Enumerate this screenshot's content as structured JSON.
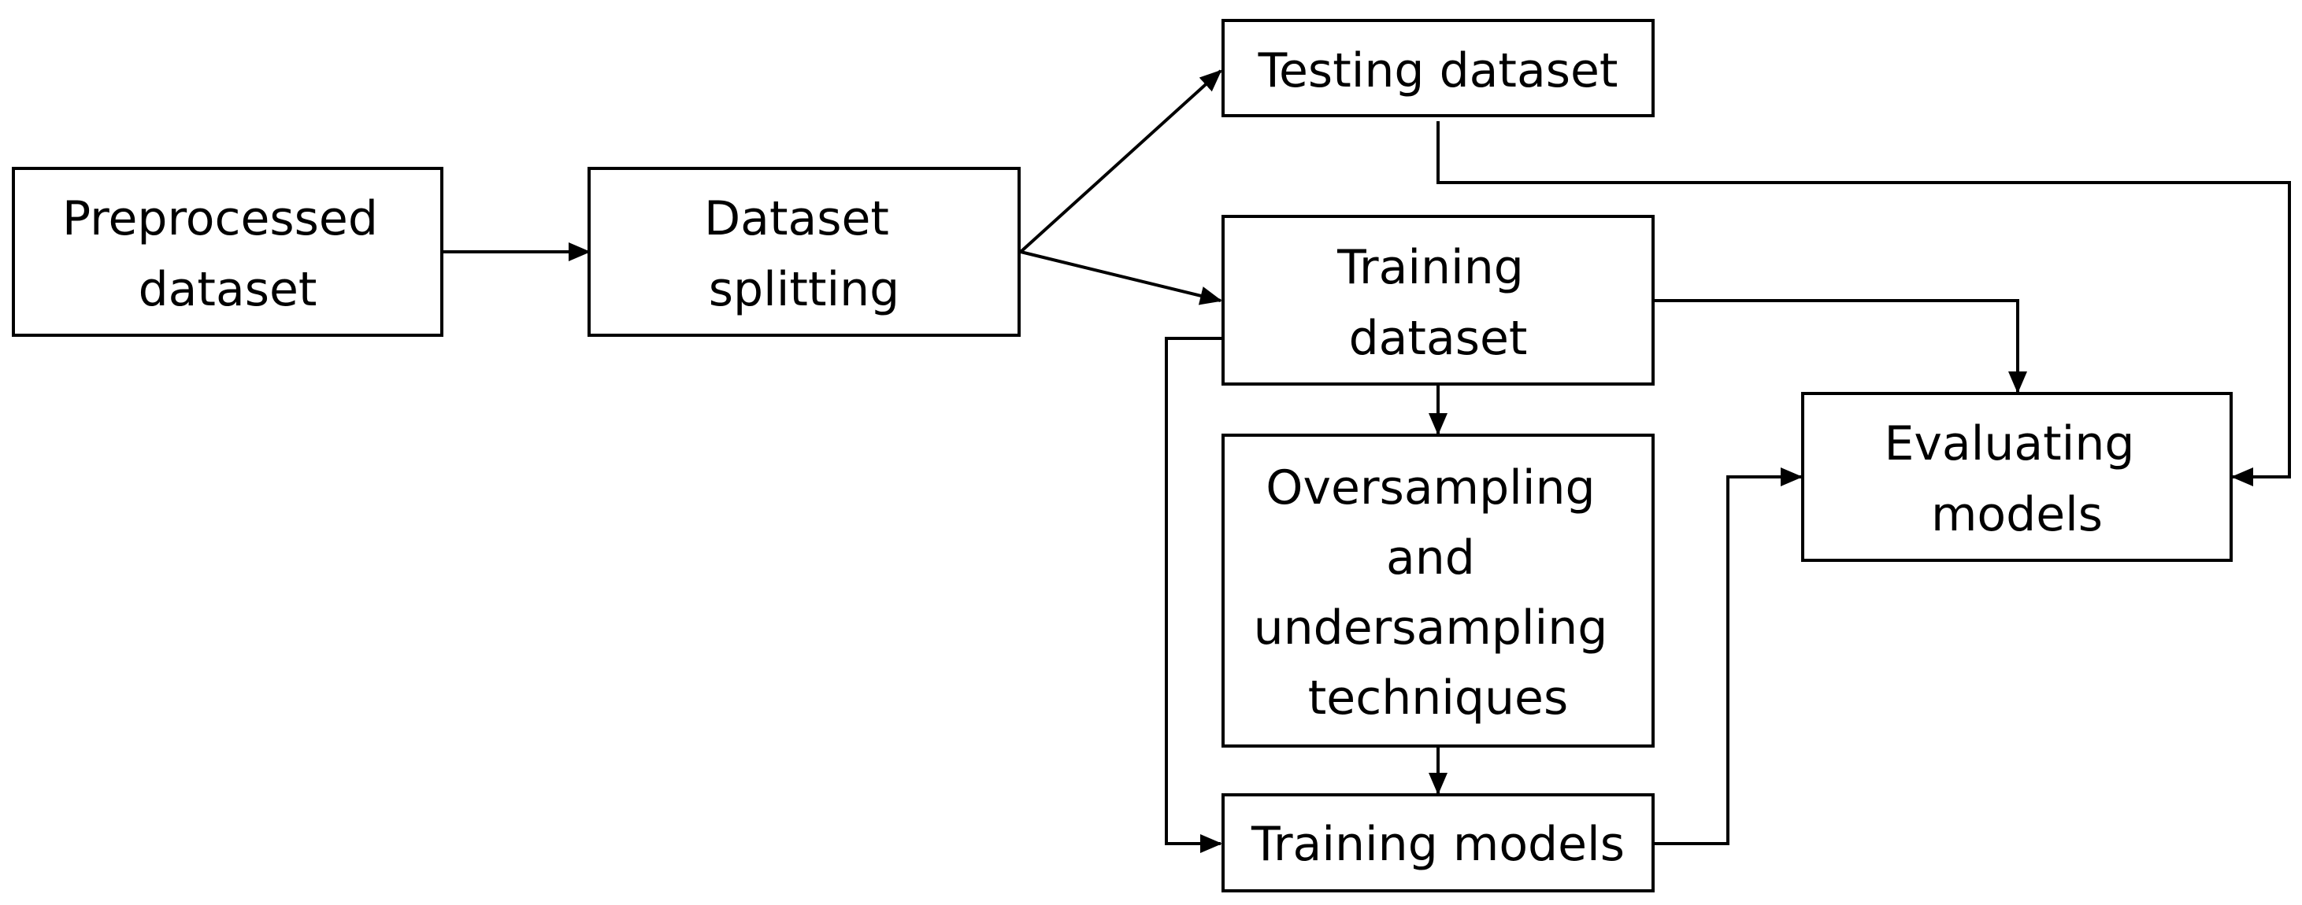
{
  "nodes": {
    "preprocessed": {
      "label_lines": [
        "Preprocessed",
        "dataset"
      ]
    },
    "splitting": {
      "label_lines": [
        "Dataset",
        "splitting"
      ]
    },
    "testing": {
      "label_lines": [
        "Testing dataset"
      ]
    },
    "training_dataset": {
      "label_lines": [
        "Training",
        "dataset"
      ]
    },
    "sampling": {
      "label_lines": [
        "Oversampling",
        "and",
        "undersampling",
        "techniques"
      ]
    },
    "training_models": {
      "label_lines": [
        "Training models"
      ]
    },
    "evaluating": {
      "label_lines": [
        "Evaluating",
        "models"
      ]
    }
  },
  "edges": [
    {
      "from": "preprocessed",
      "to": "splitting"
    },
    {
      "from": "splitting",
      "to": "testing"
    },
    {
      "from": "splitting",
      "to": "training_dataset"
    },
    {
      "from": "testing",
      "to": "evaluating"
    },
    {
      "from": "training_dataset",
      "to": "evaluating"
    },
    {
      "from": "training_dataset",
      "to": "sampling"
    },
    {
      "from": "training_dataset",
      "to": "training_models"
    },
    {
      "from": "sampling",
      "to": "training_models"
    },
    {
      "from": "training_models",
      "to": "evaluating"
    }
  ],
  "colors": {
    "line": "#000000",
    "box_fill": "#ffffff"
  }
}
